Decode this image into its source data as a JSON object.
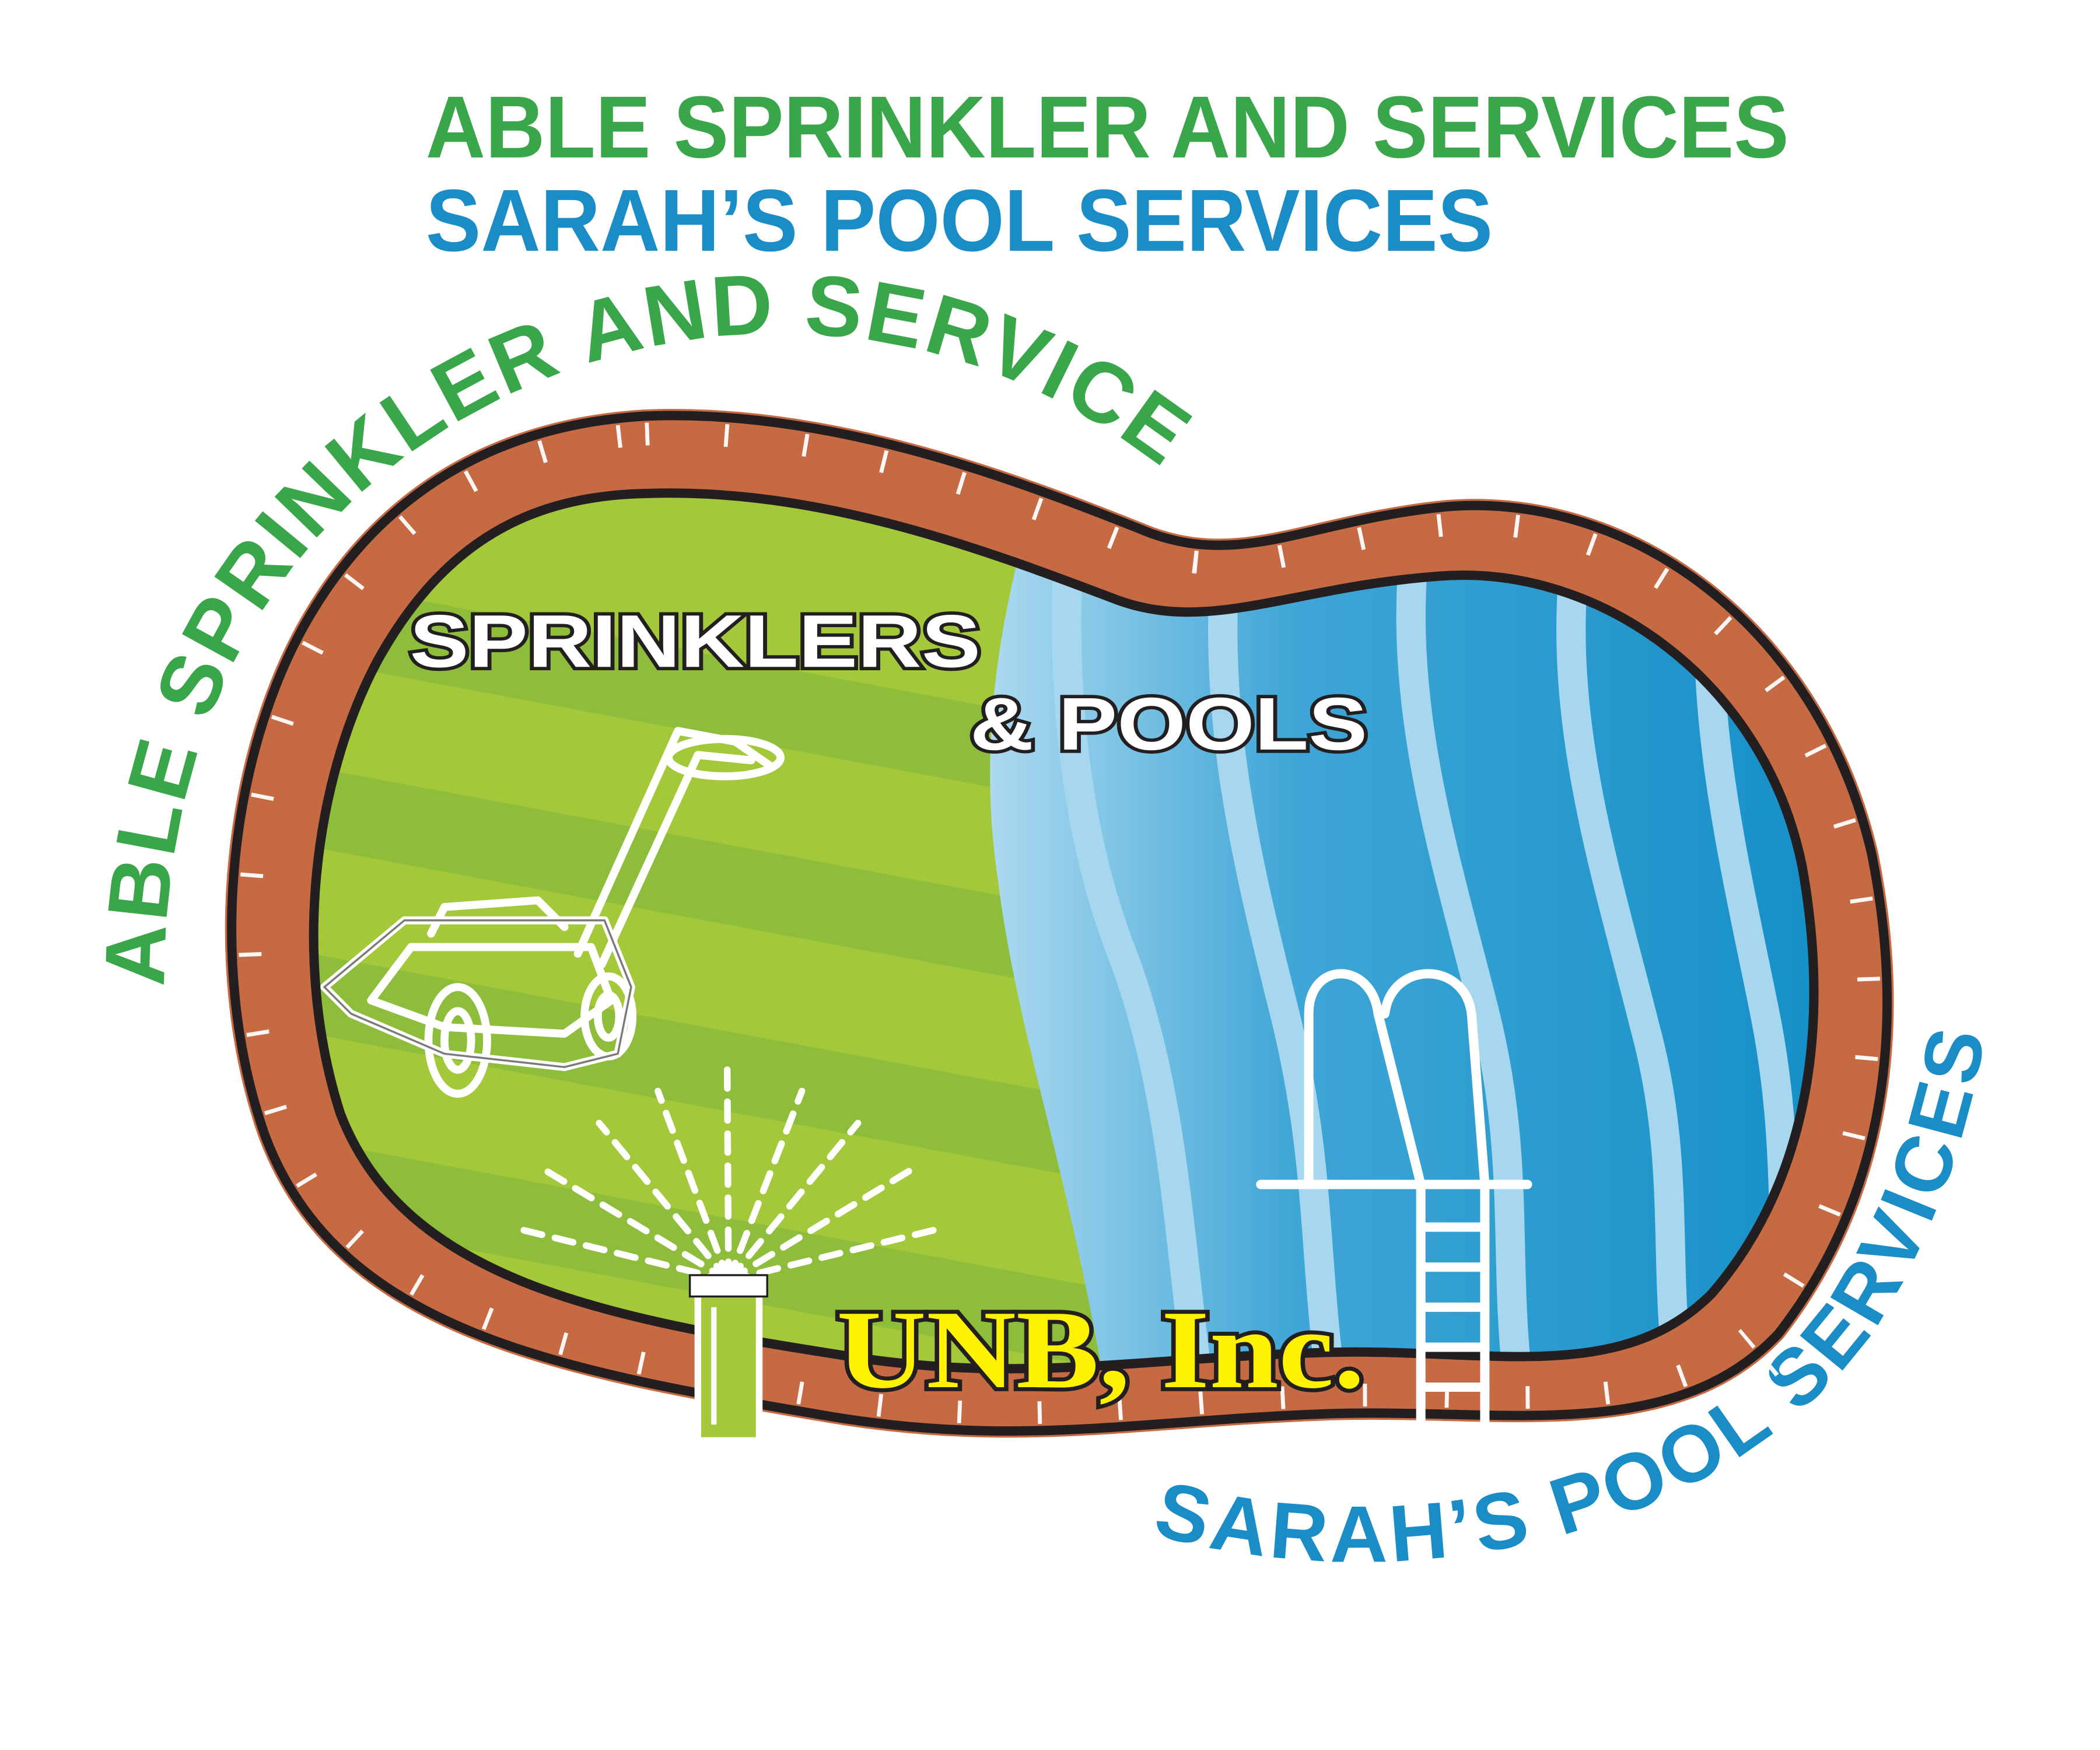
{
  "header": {
    "line1": "ABLE SPRINKLER AND SERVICES",
    "line2": "SARAH’S POOL SERVICES"
  },
  "arcs": {
    "top": "ABLE SPRINKLER AND SERVICES",
    "bottom": "SARAH’S POOL SERVICES"
  },
  "badge": {
    "line1": "SPRINKLERS",
    "line2": "& POOLS"
  },
  "company": "UNB, Inc.",
  "colors": {
    "green_text": "#3aa64a",
    "blue_text": "#1a8cc6",
    "brick": "#c56a42",
    "lawn_light": "#a3c83a",
    "lawn_dark": "#8dbd3a",
    "water_deep": "#0b8ac4",
    "water_light": "#a7d7ef",
    "company_fill": "#fff200"
  },
  "icons": [
    "lawn-mower-icon",
    "sprinkler-icon",
    "pool-ladder-icon"
  ]
}
